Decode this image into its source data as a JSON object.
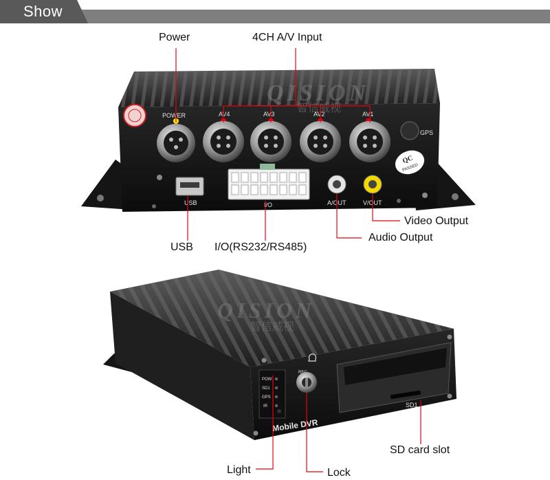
{
  "banner": {
    "title": "Show"
  },
  "callouts": {
    "power": "Power",
    "av_input": "4CH A/V Input",
    "usb": "USB",
    "io": "I/O(RS232/RS485)",
    "audio_output": "Audio Output",
    "video_output": "Video Output",
    "light": "Light",
    "lock": "Lock",
    "sd_slot": "SD card slot"
  },
  "device_labels": {
    "power": "POWER",
    "av4": "AV4",
    "av3": "AV3",
    "av2": "AV2",
    "av1": "AV1",
    "gps": "GPS",
    "usb": "USB",
    "io": "I/O",
    "aout": "A/OUT",
    "vout": "V/OUT",
    "qc": "QC",
    "passed": "PASSED",
    "mobile_dvr": "Mobile DVR",
    "sd1": "SD1",
    "rec": "REC",
    "led_labels": [
      "POW",
      "SD1",
      "GPS",
      "IR"
    ]
  },
  "watermark": {
    "latin": "QISION",
    "cjk": "智信威视"
  },
  "colors": {
    "callout_line": "#e8000f",
    "banner_dark": "#595959",
    "banner_light": "#7f7f7f"
  }
}
